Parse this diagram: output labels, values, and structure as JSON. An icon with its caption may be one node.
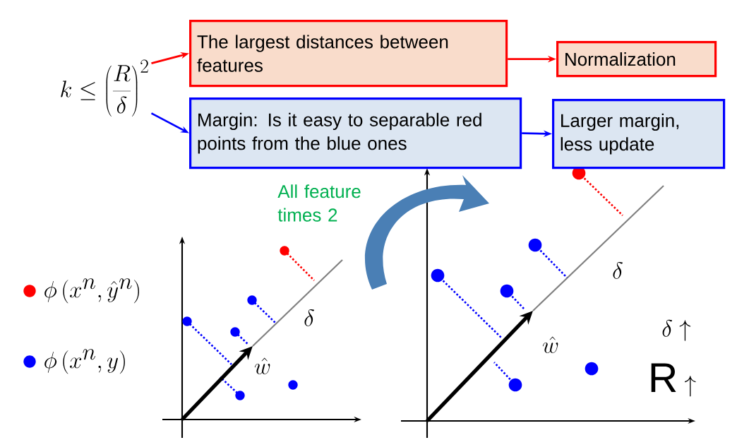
{
  "diagram": {
    "nodes": [
      {
        "text": [
          "k \\le \\left(\\frac{R}{\\delta}\\right)^{2}"
        ]
      },
      {
        "text": [
          "The largest distances between features"
        ]
      },
      {
        "text": [
          "Normalization"
        ]
      },
      {
        "text": [
          "Margin: Is it easy to separable red points from the blue ones"
        ]
      },
      {
        "text": [
          "Larger margin, less update"
        ]
      }
    ],
    "edges": [
      {
        "from": 0,
        "to": 1,
        "arrow": "to",
        "color": "#ff0000"
      },
      {
        "from": 0,
        "to": 3,
        "arrow": "to",
        "color": "#0000ff"
      },
      {
        "from": 1,
        "to": 2,
        "arrow": "to",
        "color": "#ff0000"
      },
      {
        "from": 3,
        "to": 4,
        "arrow": "to",
        "color": "#0000ff"
      }
    ],
    "labels": [
      "All feature times 2",
      "\\delta",
      "\\hat{w}",
      "\\delta",
      "\\hat{w}",
      "\\delta \\uparrow",
      "\\mathrm{R} \\uparrow"
    ],
    "legend": [
      {
        "text": "\\phi\\left(x^{n}, \\hat{y}^{n}\\right)",
        "color": "#ff0000"
      },
      {
        "text": "\\phi\\left(x^{n}, y\\right)",
        "color": "#0000ff"
      }
    ]
  }
}
